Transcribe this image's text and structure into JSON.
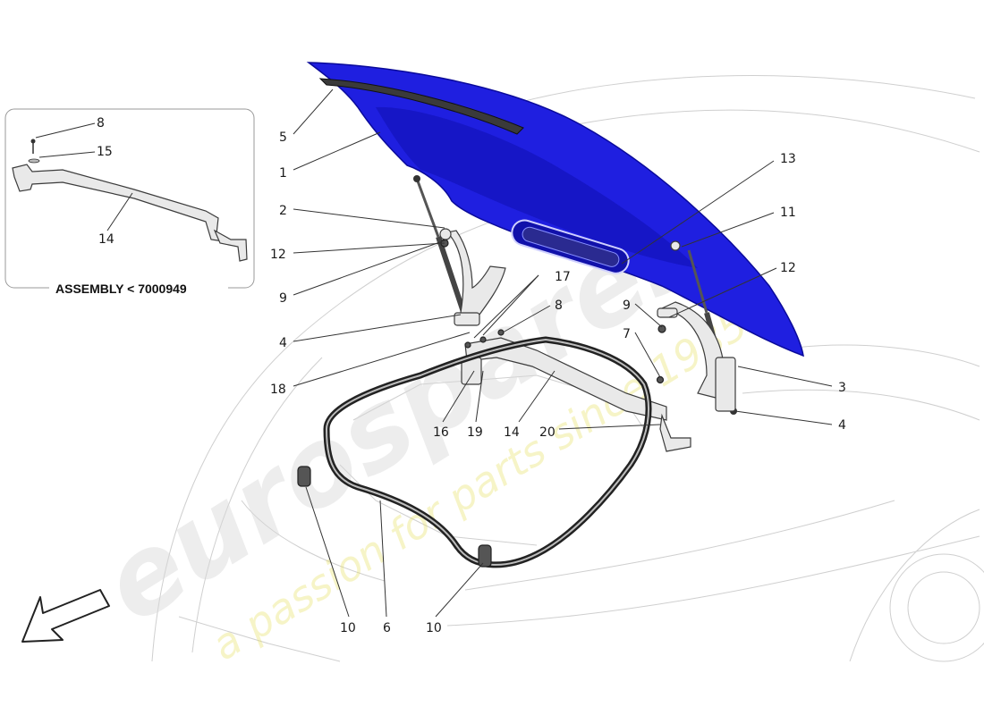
{
  "inset": {
    "title": "ASSEMBLY < 7000949",
    "labels": {
      "a": "8",
      "b": "15",
      "c": "14"
    }
  },
  "labels": {
    "l5": "5",
    "l1": "1",
    "l2": "2",
    "l12a": "12",
    "l9a": "9",
    "l4a": "4",
    "l18": "18",
    "l16": "16",
    "l19": "19",
    "l14": "14",
    "l20": "20",
    "l17": "17",
    "l8": "8",
    "l13": "13",
    "l11": "11",
    "l12b": "12",
    "l9b": "9",
    "l7": "7",
    "l3": "3",
    "l4b": "4",
    "l10a": "10",
    "l6": "6",
    "l10b": "10"
  },
  "watermark": {
    "brand": "eurospares",
    "tagline": "a passion for parts since 1985"
  },
  "colors": {
    "lid": "#1f1fe0",
    "lid_dark": "#0a0a9a",
    "seal": "#222222",
    "line": "#333333"
  },
  "icons": {
    "direction_arrow": "arrow-down-left-icon"
  }
}
